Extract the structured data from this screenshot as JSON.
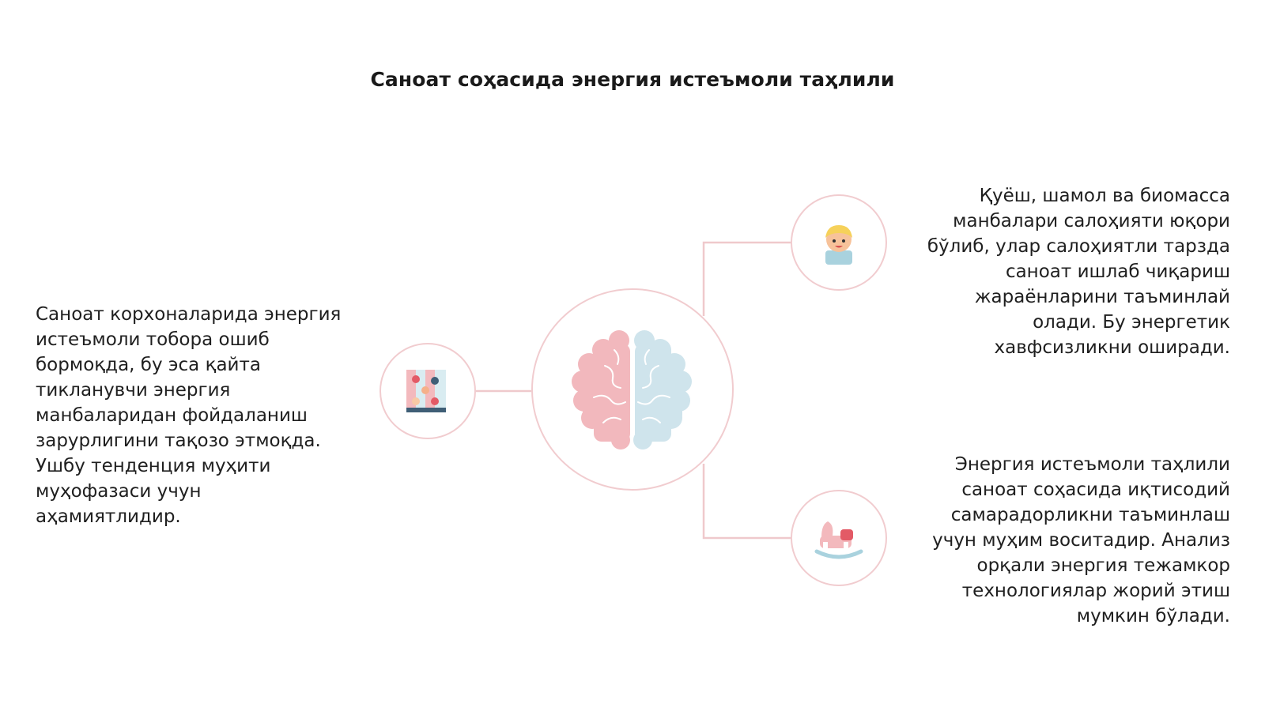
{
  "title": "Саноат соҳасида энергия истеъмоли таҳлили",
  "colors": {
    "ring": "#f1cccf",
    "connector": "#efc9cc",
    "brain_left": "#f2b8bd",
    "brain_right": "#cfe4ec"
  },
  "nodes": {
    "center": {
      "icon": "brain-icon"
    },
    "left": {
      "icon": "puzzle-blocks-icon"
    },
    "top": {
      "icon": "child-face-icon"
    },
    "bottom": {
      "icon": "rocking-horse-icon"
    }
  },
  "texts": {
    "left": "Саноат корхоналарида энергия истеъмоли тобора ошиб бормоқда, бу эса қайта тикланувчи энергия манбаларидан фойдаланиш зарурлигини тақозо этмоқда. Ушбу тенденция муҳити муҳофазаси учун аҳамиятлидир.",
    "top": "Қуёш, шамол ва биомасса манбалари салоҳияти юқори бўлиб, улар салоҳиятли тарзда саноат ишлаб чиқариш жараёнларини таъминлай олади. Бу энергетик хавфсизликни оширади.",
    "bottom": "Энергия истеъмоли таҳлили саноат соҳасида иқтисодий самарадорликни таъминлаш учун муҳим воситадир. Анализ орқали энергия тежамкор технологиялар жорий этиш мумкин бўлади."
  }
}
